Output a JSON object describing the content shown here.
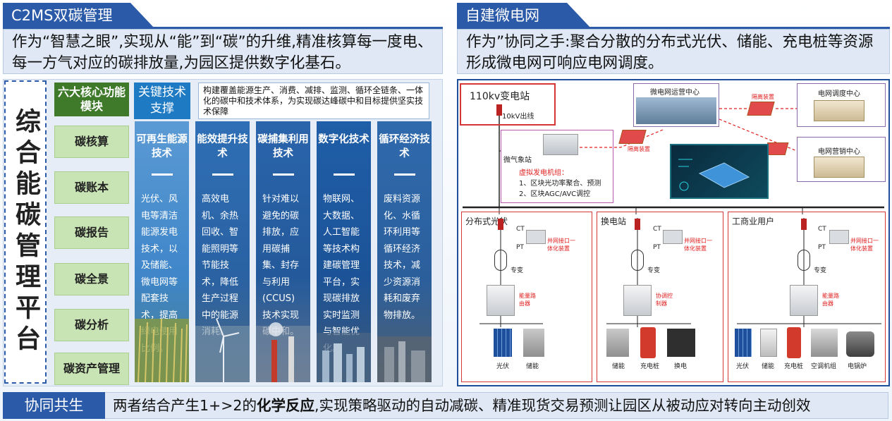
{
  "left": {
    "tab_title": "C2MS双碳管理",
    "description": "作为“智慧之眼”,实现从“能”到“碳”的升维,精准核算每一度电、每一方气对应的碳排放量,为园区提供数字化基石。",
    "platform_title": "综合能碳管理平台",
    "modules_header": "六大核心功能模块",
    "modules": [
      "碳核算",
      "碳账本",
      "碳报告",
      "碳全景",
      "碳分析",
      "碳资产管理"
    ],
    "tech_header": "关键技术支撑",
    "tech_desc": "构建覆盖能源生产、消费、减排、监测、循环全链条、一体化的碳中和技术体系，为实现碳达峰碳中和目标提供坚实技术保障",
    "columns": [
      {
        "title": "可再生能源技术",
        "text": "光伏、风电等清洁能源发电技术，以及储能、微电网等配套技术，提高绿电使用比例。"
      },
      {
        "title": "能效提升技术",
        "text": "高效电机、余热回收、智能照明等节能技术，降低生产过程中的能源消耗。"
      },
      {
        "title": "碳捕集利用技术",
        "text": "针对难以避免的碳排放，应用碳捕集、封存与利用(CCUS)技术实现碳中和。"
      },
      {
        "title": "数字化技术",
        "text": "物联网、大数据、人工智能等技术构建碳管理平台，实现碳排放实时监测与智能优化。"
      },
      {
        "title": "循环经济技术",
        "text": "废料资源化、水循环利用等循环经济技术，减少资源消耗和废弃物排放。"
      }
    ]
  },
  "right": {
    "tab_title": "自建微电网",
    "description": "作为”协同之手:聚合分散的分布式光伏、储能、充电桩等资源形成微电网可响应电网调度。",
    "substation": "110kv变电站",
    "line_10kv": "10kV出线",
    "ops_center": "微电网运营中心",
    "dispatch_center": "电网调度中心",
    "marketing_center": "电网营销中心",
    "isolation1": "隔离装置",
    "isolation2": "隔离装置",
    "micro_station": "微气象站",
    "vpp_title": "虚拟发电机组：",
    "vpp_items": [
      "1、区块光功率聚合、预测",
      "2、区块AGC/AVC调控"
    ],
    "zones": [
      {
        "name": "分布式光伏",
        "device": "并网接口一体化装置",
        "router": "能量路由器",
        "loads": [
          "光伏",
          "储能"
        ]
      },
      {
        "name": "换电站",
        "device": "并网接口一体化装置",
        "router": "协调控制器",
        "loads": [
          "储能",
          "充电桩",
          "换电"
        ]
      },
      {
        "name": "工商业用户",
        "device": "并网接口一体化装置",
        "router": "能量路由器",
        "loads": [
          "光伏",
          "储能",
          "充电桩",
          "空调机组",
          "电锅炉"
        ]
      }
    ],
    "ct": "CT",
    "pt": "PT",
    "transformer": "专变"
  },
  "bottom": {
    "tag": "协同共生",
    "text_before": "两者结合产生1+>2的",
    "text_bold": "化学反应",
    "text_after": ",实现策略驱动的自动减碳、精准现货交易预测让园区从被动应对转向主动创效"
  },
  "colors": {
    "brand": "#2b5aa8",
    "module_green": "#3f7a2a",
    "module_light": "#c9e4b4",
    "tech_blue": "#1f7ac4",
    "alert_red": "#d53636"
  }
}
